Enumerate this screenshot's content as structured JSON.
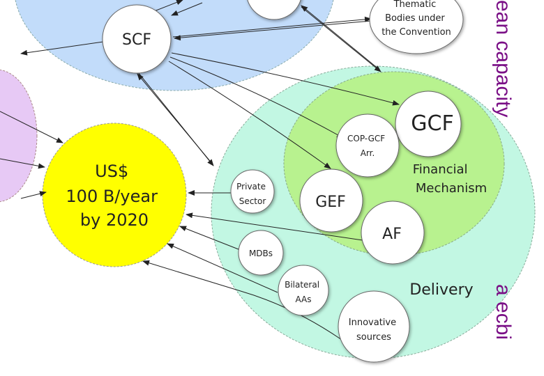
{
  "colors": {
    "scf_region": "#c2dcfa",
    "left_region": "#e7c9f5",
    "delivery_region": "#c2f7e3",
    "financial_region": "#b8f28f",
    "finance_goal": "#ffff00",
    "node_fill": "#ffffff",
    "side_text": "#7a0f86"
  },
  "nodes": {
    "scf": "SCF",
    "thematic": [
      "Thematic",
      "Bodies under",
      "the Convention"
    ],
    "gcf": "GCF",
    "cop_gcf": [
      "COP-GCF",
      "Arr."
    ],
    "gef": "GEF",
    "af": "AF",
    "private": [
      "Private",
      "Sector"
    ],
    "mdbs": "MDBs",
    "bilateral": [
      "Bilateral",
      "AAs"
    ],
    "innovative": [
      "Innovative",
      "sources"
    ]
  },
  "regions": {
    "financial_mechanism": [
      "Financial",
      "Mechanism"
    ],
    "delivery": "Delivery",
    "goal": [
      "US$",
      "100 B/year",
      "by 2020"
    ]
  },
  "side_text": {
    "top": "ean capacity",
    "bottom": "a ecbi"
  }
}
